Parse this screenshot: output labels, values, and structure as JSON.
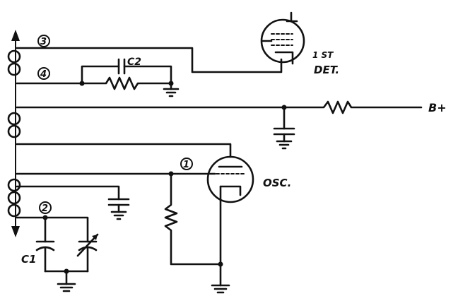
{
  "labels": {
    "c2": "C2",
    "c1": "C1",
    "first_det_sup": "1 ST",
    "first_det": "DET.",
    "osc": "OSC.",
    "b_plus": "B+"
  },
  "markers": {
    "m1": "1",
    "m2": "2",
    "m3": "3",
    "m4": "4"
  }
}
